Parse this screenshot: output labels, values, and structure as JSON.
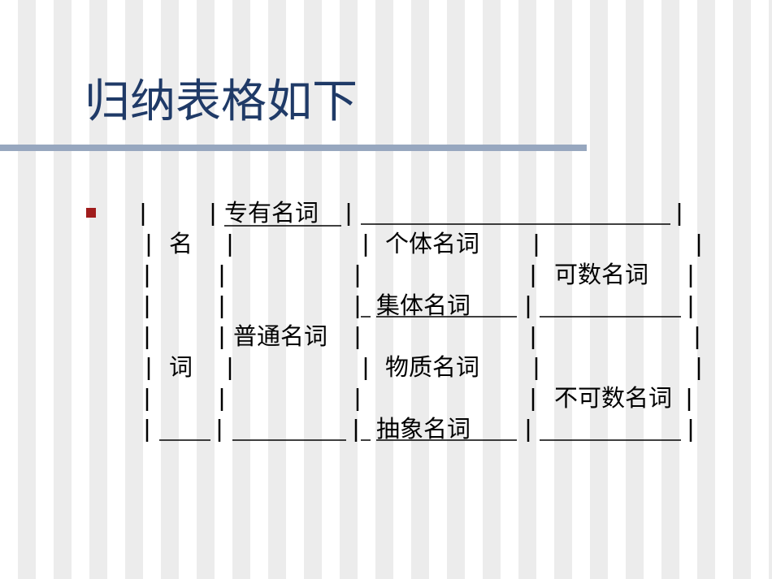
{
  "slide": {
    "title": "归纳表格如下",
    "bullet_icon": "square-bullet",
    "accent_colors": {
      "title": "#1f3a67",
      "rule": "#97a7bf",
      "bullet": "#a01c1c"
    }
  },
  "table": {
    "root_top": "名",
    "root_bottom": "词",
    "proper_noun": "专有名词",
    "common_noun": "普通名词",
    "individual_noun": "个体名词",
    "collective_noun": "集体名词",
    "material_noun": "物质名词",
    "abstract_noun": "抽象名词",
    "countable_noun": "可数名词",
    "uncountable_noun": "不可数名词"
  }
}
